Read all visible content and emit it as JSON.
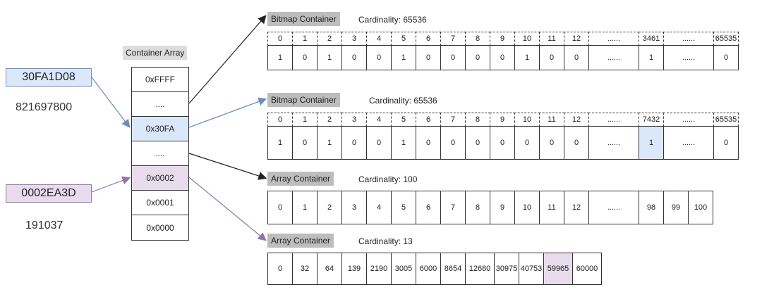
{
  "keys": [
    {
      "hex": "30FA1D08",
      "decimal": "821697800",
      "fill": "#dbe8fb",
      "stroke": "#6c8ebf"
    },
    {
      "hex": "0002EA3D",
      "decimal": "191037",
      "fill": "#e8dcec",
      "stroke": "#9673a6"
    }
  ],
  "container_array": {
    "title": "Container Array",
    "cells": [
      {
        "label": "0xFFFF",
        "fill": "#ffffff"
      },
      {
        "label": "....",
        "fill": "#ffffff"
      },
      {
        "label": "0x30FA",
        "fill": "#dbe8fb"
      },
      {
        "label": "....",
        "fill": "#ffffff"
      },
      {
        "label": "0x0002",
        "fill": "#e8dcec"
      },
      {
        "label": "0x0001",
        "fill": "#ffffff"
      },
      {
        "label": "0x0000",
        "fill": "#ffffff"
      }
    ]
  },
  "containers": [
    {
      "title": "Bitmap Container",
      "cardinality": "Cardinality: 65536",
      "header": [
        "0",
        "1",
        "2",
        "3",
        "4",
        "5",
        "6",
        "7",
        "8",
        "9",
        "10",
        "11",
        "12",
        "......",
        "3461",
        "......",
        "65535"
      ],
      "values": [
        "1",
        "0",
        "1",
        "0",
        "0",
        "1",
        "0",
        "0",
        "0",
        "0",
        "1",
        "0",
        "0",
        "......",
        "1",
        "......",
        "0"
      ],
      "highlight_index": -1
    },
    {
      "title": "Bitmap Container",
      "cardinality": "Cardinality: 65536",
      "header": [
        "0",
        "1",
        "2",
        "3",
        "4",
        "5",
        "6",
        "7",
        "8",
        "9",
        "10",
        "11",
        "12",
        "......",
        "7432",
        "......",
        "65535"
      ],
      "values": [
        "1",
        "0",
        "1",
        "0",
        "0",
        "1",
        "0",
        "0",
        "0",
        "0",
        "0",
        "0",
        "0",
        "......",
        "1",
        "......",
        "0"
      ],
      "highlight_index": 14
    },
    {
      "title": "Array Container",
      "cardinality": "Cardinality: 100",
      "values": [
        "0",
        "1",
        "2",
        "3",
        "4",
        "5",
        "6",
        "7",
        "8",
        "9",
        "10",
        "11",
        "12",
        "......",
        "98",
        "99",
        "100"
      ],
      "highlight_index": -1
    },
    {
      "title": "Array Container",
      "cardinality": "Cardinality: 13",
      "values": [
        "0",
        "32",
        "64",
        "139",
        "2190",
        "3005",
        "6000",
        "8654",
        "12680",
        "30975",
        "40753",
        "59965",
        "60000"
      ],
      "highlight_index": 11
    }
  ],
  "colors": {
    "blue_fill": "#dbe8fb",
    "blue_stroke": "#6c8ebf",
    "purple_fill": "#e8dcec",
    "purple_stroke": "#9673a6",
    "dark": "#222222"
  }
}
